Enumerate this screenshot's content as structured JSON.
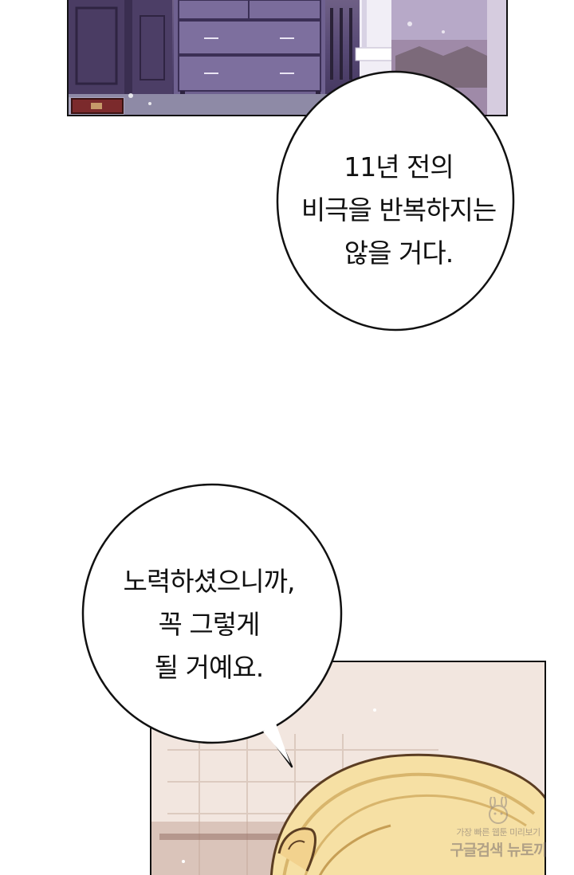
{
  "bubbles": [
    {
      "id": "bubble-1",
      "lines": [
        "11년 전의",
        "비극을 반복하지는",
        "않을 거다."
      ]
    },
    {
      "id": "bubble-2",
      "lines": [
        "노력하셨으니까,",
        "꼭 그렇게",
        "될 거예요."
      ]
    }
  ],
  "watermark": {
    "line1": "가장 빠른 웹툰 미리보기",
    "line2": "구글검색 뉴토끼"
  }
}
